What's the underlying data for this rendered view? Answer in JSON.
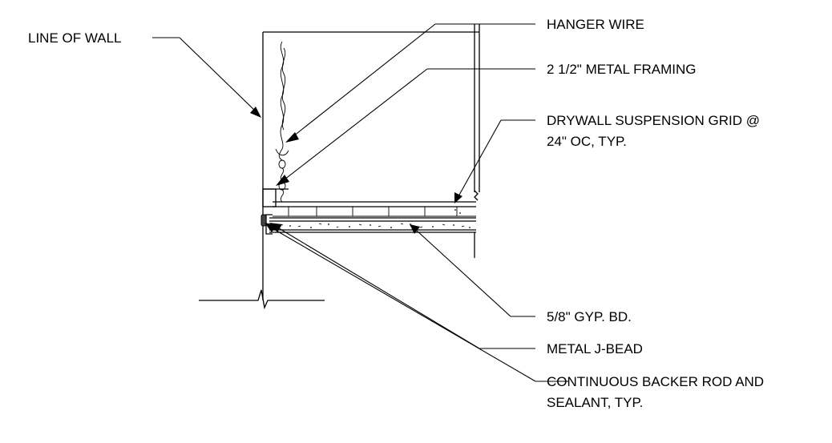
{
  "labels": {
    "line_of_wall": "LINE OF WALL",
    "hanger_wire": "HANGER WIRE",
    "metal_framing": "2 1/2\" METAL FRAMING",
    "grid_line1": "DRYWALL SUSPENSION GRID @",
    "grid_line2": "24\" OC, TYP.",
    "gyp_bd": "5/8\" GYP. BD.",
    "j_bead": "METAL J-BEAD",
    "backer_line1": "CONTINUOUS BACKER ROD AND",
    "backer_line2": "SEALANT, TYP."
  }
}
